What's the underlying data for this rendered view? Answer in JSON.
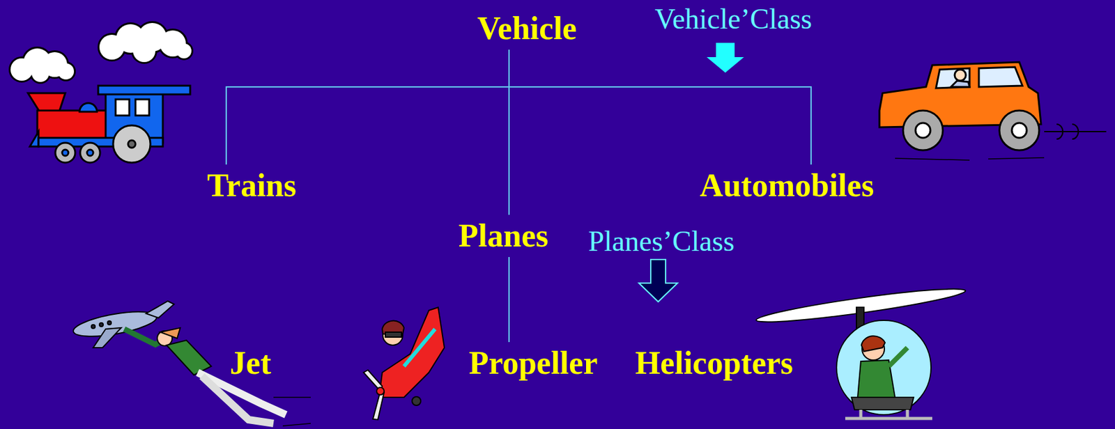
{
  "diagram": {
    "nodes": [
      {
        "text": [
          "Vehicle"
        ]
      },
      {
        "text": [
          "Trains"
        ]
      },
      {
        "text": [
          "Automobiles"
        ]
      },
      {
        "text": [
          "Planes"
        ]
      },
      {
        "text": [
          "Jet"
        ]
      },
      {
        "text": [
          "Propeller"
        ]
      },
      {
        "text": [
          "Helicopters"
        ]
      }
    ],
    "edges": [
      {
        "from": 0,
        "to": 1,
        "arrow": "none"
      },
      {
        "from": 0,
        "to": 2,
        "arrow": "none"
      },
      {
        "from": 0,
        "to": 3,
        "arrow": "none"
      },
      {
        "from": 3,
        "to": 5,
        "arrow": "none"
      }
    ],
    "labels": [
      "Vehicle’Class",
      "Planes’Class"
    ]
  }
}
